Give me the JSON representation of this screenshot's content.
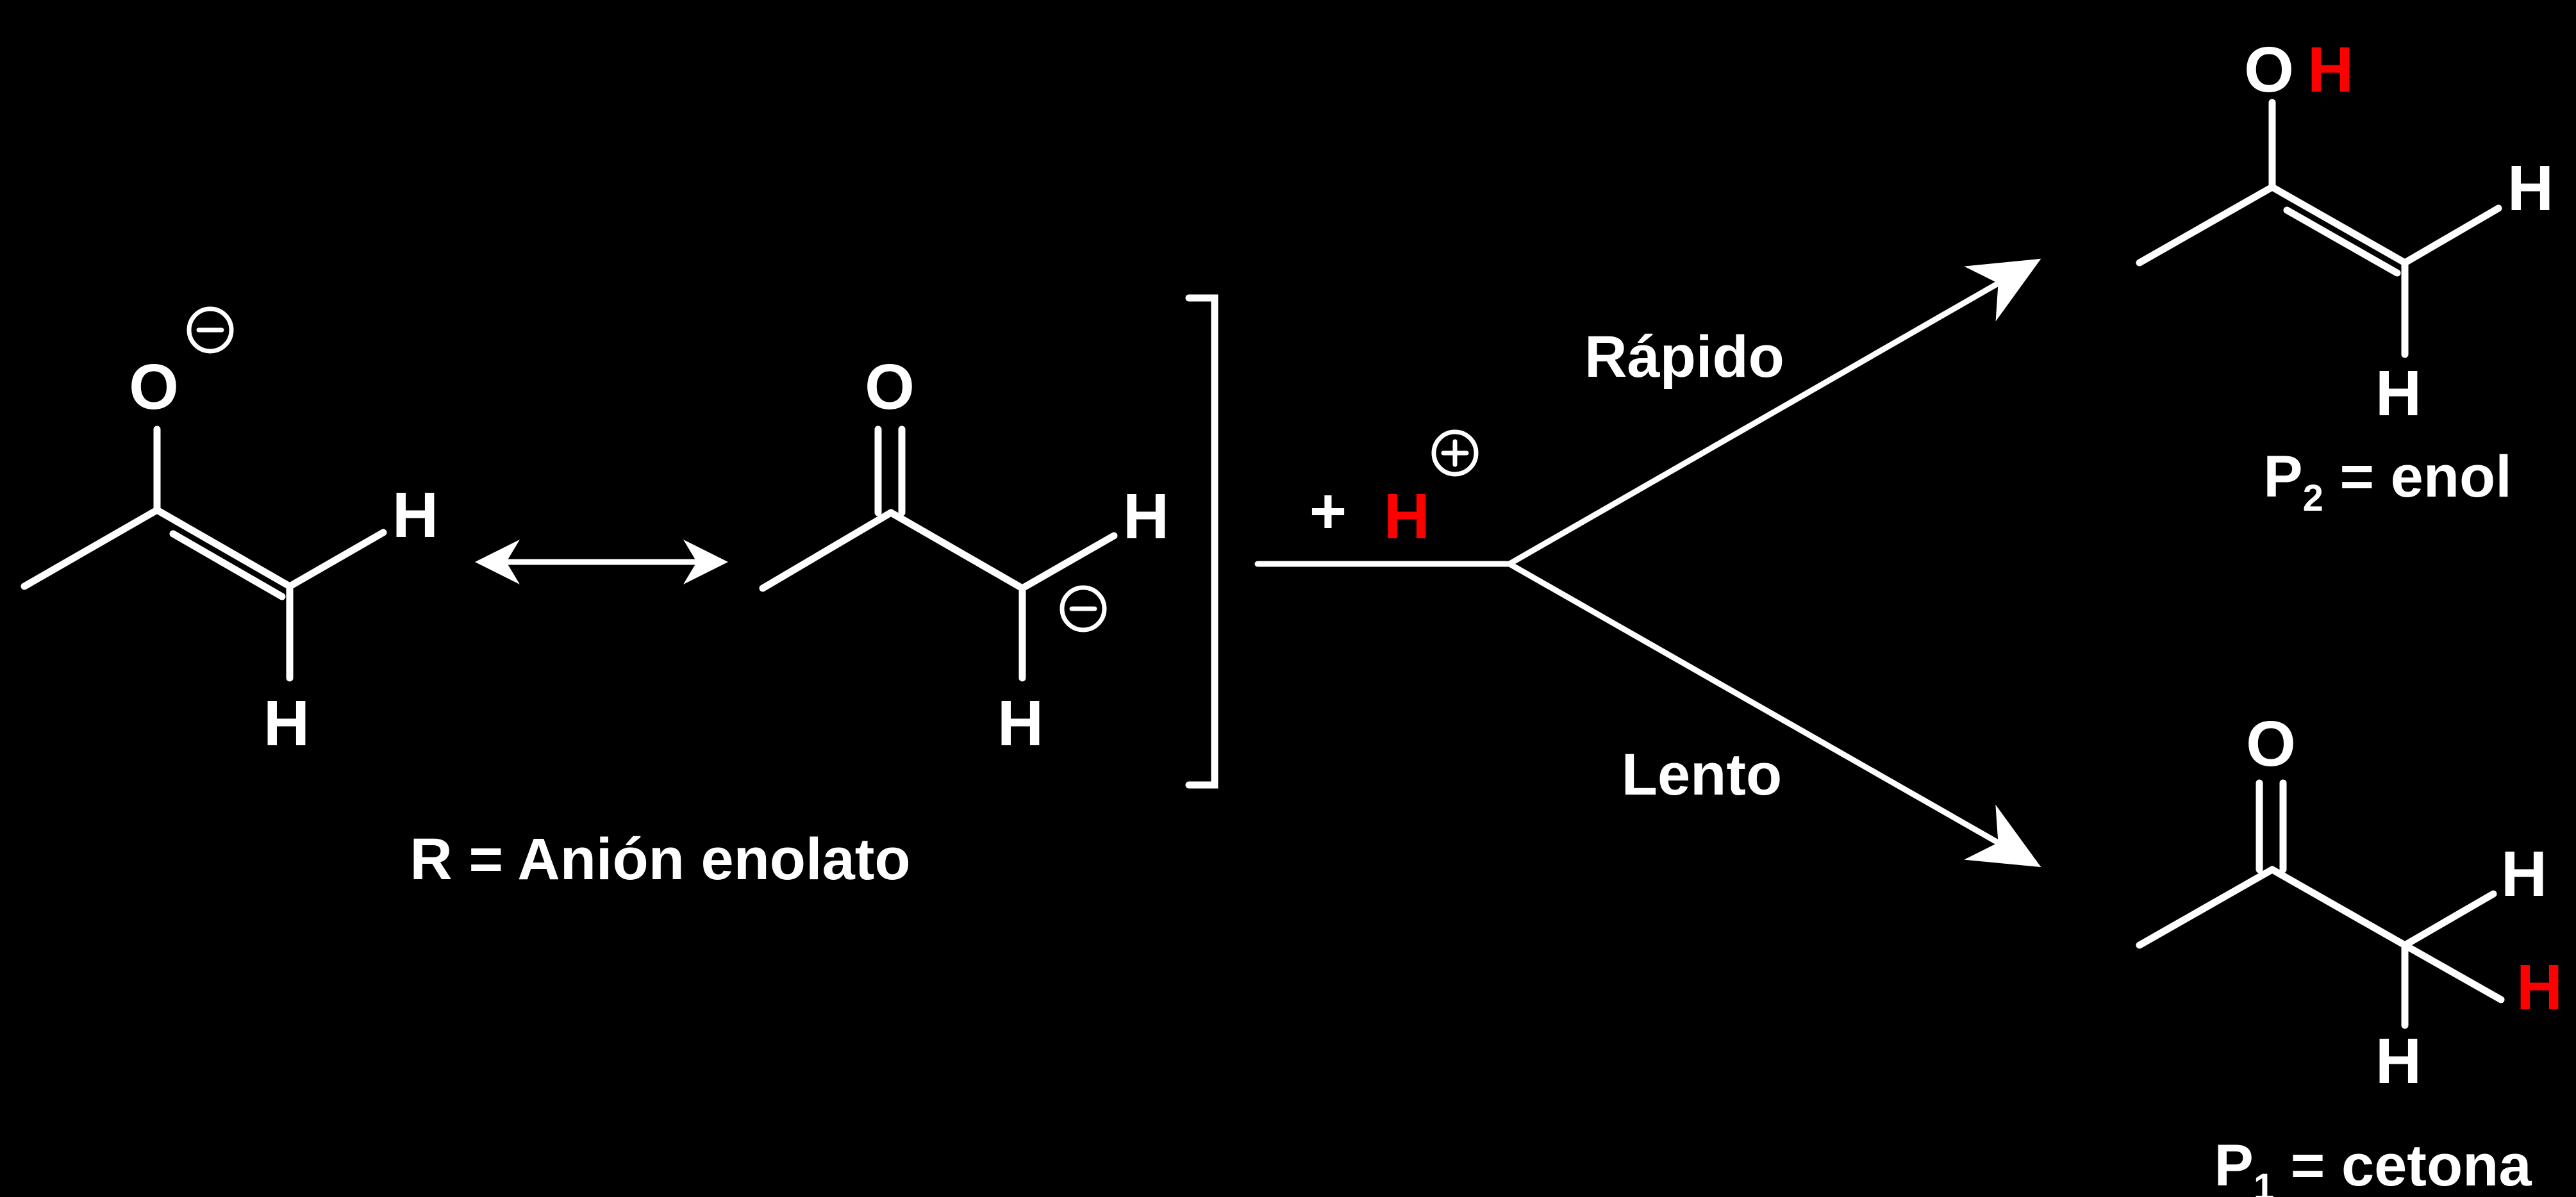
{
  "colors": {
    "background": "#000000",
    "foreground": "#ffffff",
    "highlight": "#ff0000"
  },
  "atoms": {
    "oxygen": "O",
    "hydrogen": "H"
  },
  "charges": {
    "negative": "−",
    "positive": "+"
  },
  "reactant": {
    "label": "R = Anión enolato"
  },
  "reagent": {
    "plus": "+"
  },
  "paths": {
    "fast": "Rápido",
    "slow": "Lento"
  },
  "products": {
    "p2": {
      "prefix": "P",
      "index": "2",
      "suffix": " = enol"
    },
    "p1": {
      "prefix": "P",
      "index": "1",
      "suffix": " = cetona"
    }
  }
}
